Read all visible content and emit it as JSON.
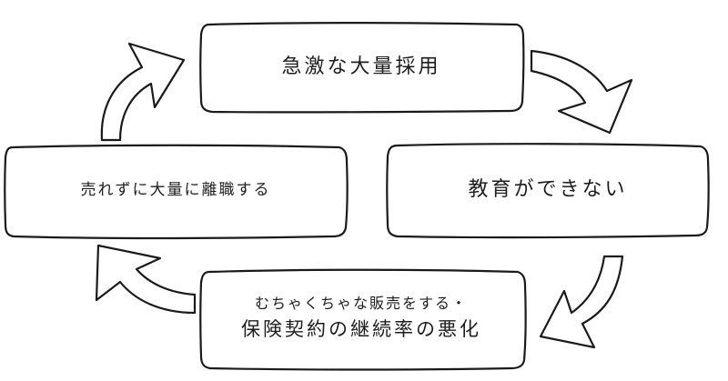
{
  "diagram": {
    "nodes": [
      {
        "id": "top",
        "text": "急激な大量採用"
      },
      {
        "id": "right",
        "text": "教育ができない"
      },
      {
        "id": "bottom",
        "lines": [
          "むちゃくちゃな販売をする・",
          "保険契約の継続率の悪化"
        ]
      },
      {
        "id": "left",
        "text": "売れずに大量に離職する"
      }
    ],
    "cycle_order": [
      "top",
      "right",
      "bottom",
      "left"
    ],
    "colors": {
      "stroke": "#1a1a1a",
      "fill": "#ffffff",
      "text": "#1e1e1e"
    }
  }
}
